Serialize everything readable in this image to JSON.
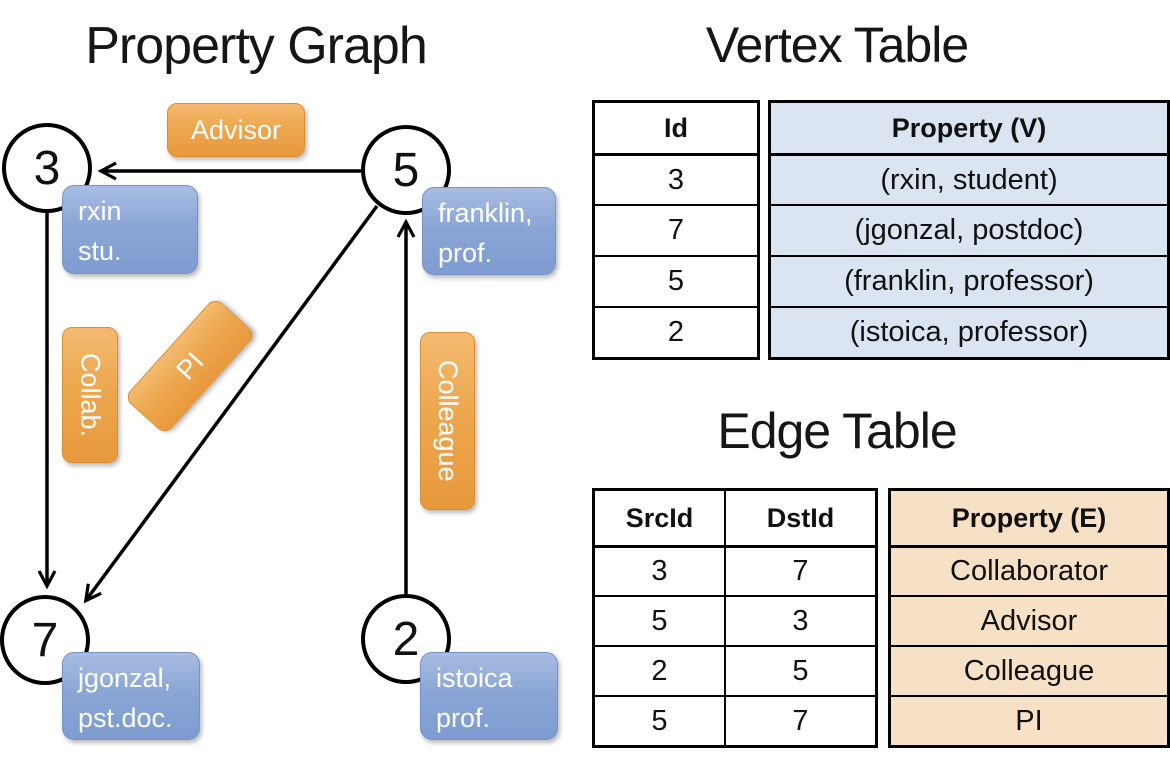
{
  "diagram": {
    "title": "Property Graph",
    "nodes": [
      {
        "id": "3",
        "line1": "rxin",
        "line2": "stu."
      },
      {
        "id": "5",
        "line1": "franklin,",
        "line2": "prof."
      },
      {
        "id": "7",
        "line1": "jgonzal,",
        "line2": "pst.doc."
      },
      {
        "id": "2",
        "line1": "istoica",
        "line2": "prof."
      }
    ],
    "edge_labels": {
      "advisor": "Advisor",
      "collab": "Collab.",
      "pi": "PI",
      "colleague": "Colleague"
    },
    "edges": [
      {
        "from": "5",
        "to": "3",
        "label": "Advisor"
      },
      {
        "from": "3",
        "to": "7",
        "label": "Collab."
      },
      {
        "from": "5",
        "to": "7",
        "label": "PI"
      },
      {
        "from": "2",
        "to": "5",
        "label": "Colleague"
      }
    ]
  },
  "vertex_table": {
    "title": "Vertex Table",
    "headers": {
      "id": "Id",
      "property": "Property (V)"
    },
    "rows": [
      {
        "id": "3",
        "property": "(rxin, student)"
      },
      {
        "id": "7",
        "property": "(jgonzal, postdoc)"
      },
      {
        "id": "5",
        "property": "(franklin, professor)"
      },
      {
        "id": "2",
        "property": "(istoica, professor)"
      }
    ]
  },
  "edge_table": {
    "title": "Edge Table",
    "headers": {
      "src": "SrcId",
      "dst": "DstId",
      "property": "Property (E)"
    },
    "rows": [
      {
        "src": "3",
        "dst": "7",
        "property": "Collaborator"
      },
      {
        "src": "5",
        "dst": "3",
        "property": "Advisor"
      },
      {
        "src": "2",
        "dst": "5",
        "property": "Colleague"
      },
      {
        "src": "5",
        "dst": "7",
        "property": "PI"
      }
    ]
  },
  "colors": {
    "node_fill": "#ffffff",
    "node_border": "#000000",
    "vertex_label_blue_top": "#a9bde3",
    "vertex_label_blue_bottom": "#7e9cd1",
    "edge_label_orange_top": "#f4ba70",
    "edge_label_orange_bottom": "#e8993c",
    "vertex_property_fill": "#dbe5f1",
    "edge_property_fill": "#f6e1c7",
    "text_on_labels": "#ffffff",
    "table_border": "#000000"
  }
}
